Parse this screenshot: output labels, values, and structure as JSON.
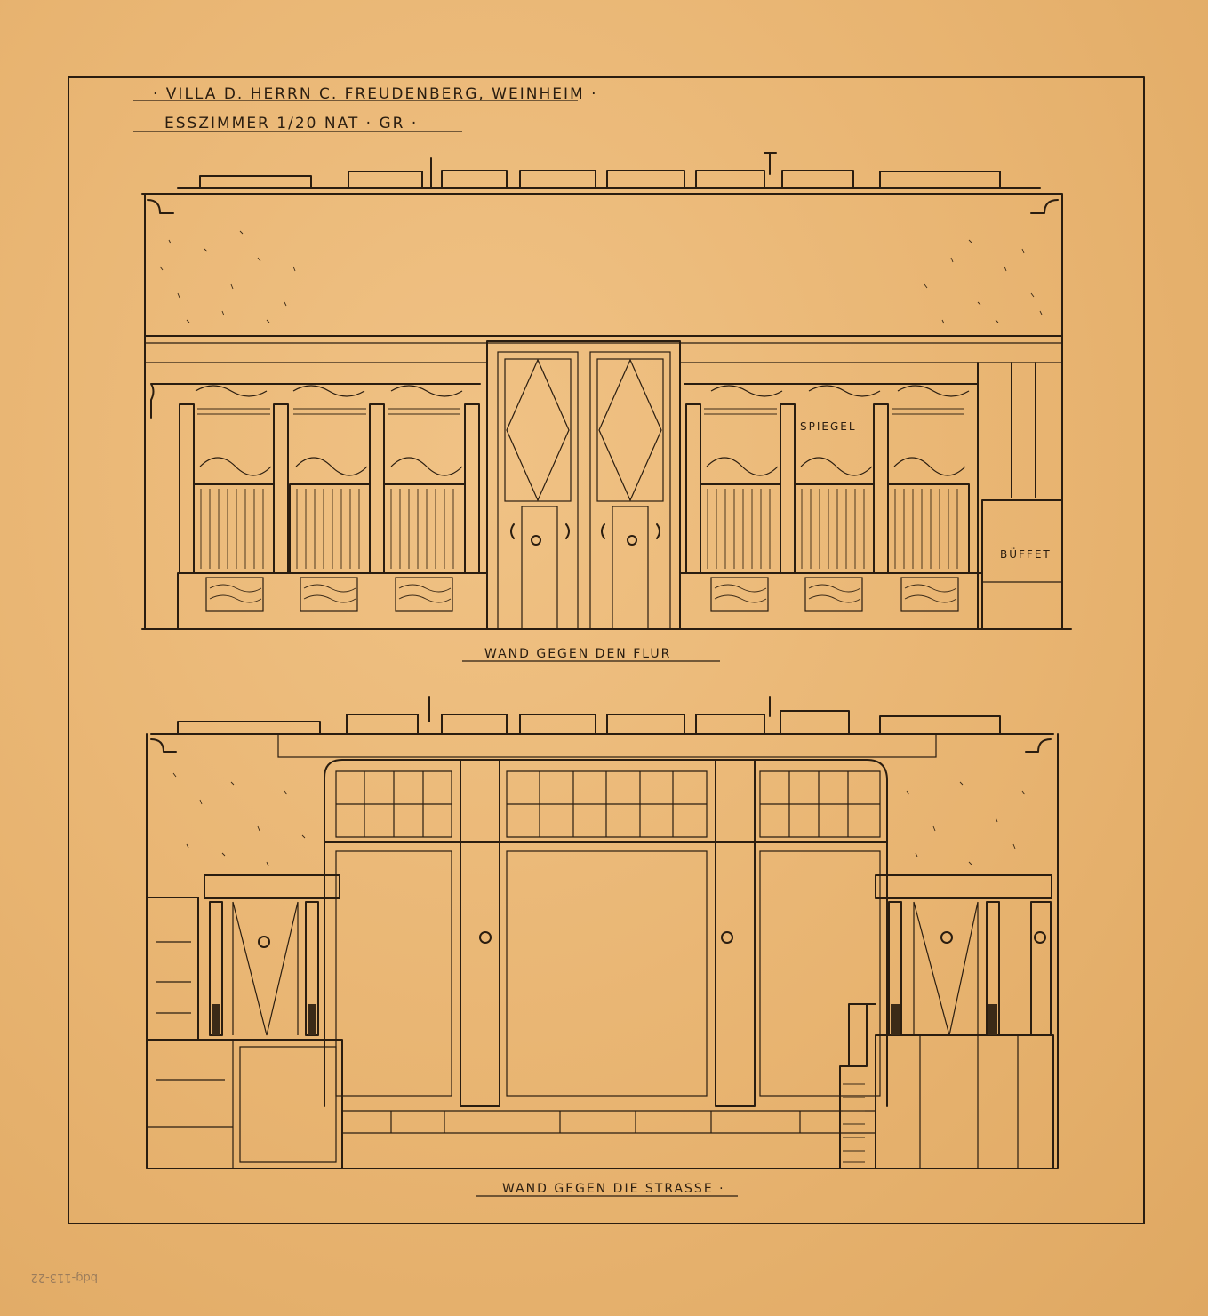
{
  "title": {
    "line1": "· VILLA D. HERRN C. FREUDENBERG, WEINHEIM ·",
    "line2": "ESSZIMMER 1/20 NAT · GR ·"
  },
  "top_elevation": {
    "caption": "WAND GEGEN DEN FLUR",
    "label_mirror": "SPIEGEL",
    "label_buffet": "BÜFFET"
  },
  "bottom_elevation": {
    "caption": "WAND GEGEN DIE STRASSE ·"
  },
  "inventory_mark": "bdg-113-22",
  "colors": {
    "paper": "#e9b56e",
    "ink": "#2a1d10"
  }
}
